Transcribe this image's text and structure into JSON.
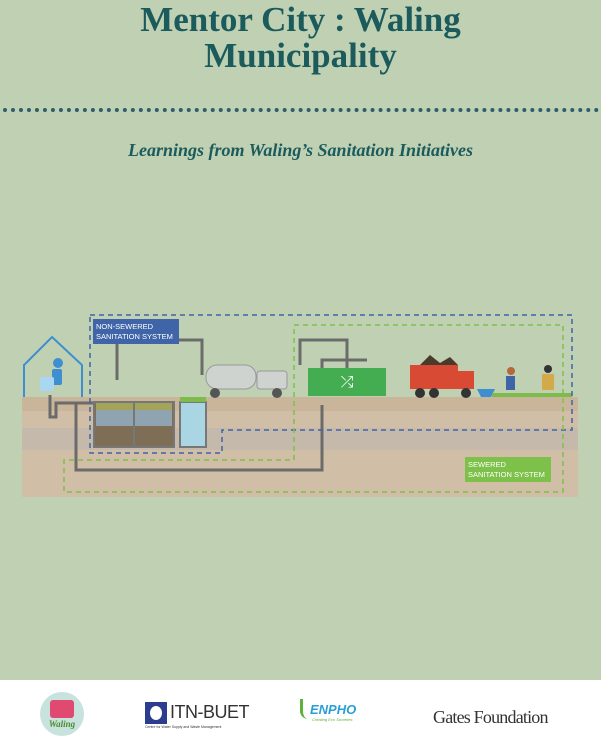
{
  "title": {
    "line1": "Mentor City : Waling",
    "line2": "Municipality"
  },
  "subtitle": "Learnings  from Waling’s Sanitation Initiatives",
  "diagram": {
    "non_sewered_label_1": "NON-SEWERED",
    "non_sewered_label_2": "SANITATION SYSTEM",
    "sewered_label_1": "SEWERED",
    "sewered_label_2": "SANITATION SYSTEM",
    "colors": {
      "non_sewered": "#3f64a8",
      "sewered": "#7ec14a",
      "treatment": "#44ad52"
    }
  },
  "footer": {
    "waling_logo": "Waling",
    "itn_buet": "ITN-BUET",
    "itn_buet_sub": "Centre for Water Supply and Waste Management",
    "enpho": "ENPHO",
    "enpho_sub": "Creating Eco Societies",
    "gates": "Gates Foundation"
  }
}
